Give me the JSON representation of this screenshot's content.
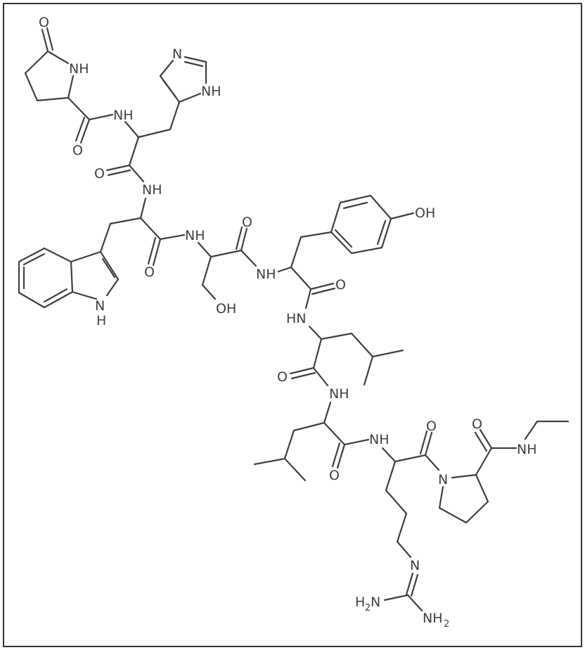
{
  "figure": {
    "type": "skeletal chemical structure",
    "description": "Peptide: pGlu-His-Trp-Ser-Tyr-Leu-Leu-Arg-Pro-NHEt",
    "line_color": "#404040",
    "border_color": "#333333",
    "background": "#ffffff"
  },
  "residues": [
    {
      "name": "pyroglutamate",
      "labels": {
        "ring_o": "O",
        "ring_nh": "NH",
        "carbonyl_o": "O"
      }
    },
    {
      "name": "histidine",
      "labels": {
        "amide_nh": "NH",
        "ring_n": "N",
        "ring_nh": "NH",
        "carbonyl_o": "O"
      }
    },
    {
      "name": "tryptophan",
      "labels": {
        "amide_nh": "NH",
        "indole_n": "N",
        "indole_h": "H",
        "carbonyl_o": "O"
      }
    },
    {
      "name": "serine",
      "labels": {
        "amide_nh": "NH",
        "hydroxyl": "OH",
        "carbonyl_o": "O"
      }
    },
    {
      "name": "tyrosine",
      "labels": {
        "amide_nh": "NH",
        "phenol_oh": "OH",
        "carbonyl_o": "O"
      }
    },
    {
      "name": "leucine-1",
      "labels": {
        "amide_nh": "HN",
        "carbonyl_o": "O"
      }
    },
    {
      "name": "leucine-2",
      "labels": {
        "amide_nh": "NH",
        "carbonyl_o": "O"
      }
    },
    {
      "name": "arginine",
      "labels": {
        "amide_nh": "NH",
        "carbonyl_o": "O",
        "guan_n": "N",
        "guan_nh2_left": "H",
        "guan_nh2_left_sub": "2",
        "guan_nh2_left_n": "N",
        "guan_nh2_right": "NH",
        "guan_nh2_right_sub": "2"
      }
    },
    {
      "name": "proline",
      "labels": {
        "ring_n": "N",
        "carbonyl_o": "O"
      }
    },
    {
      "name": "ethylamide",
      "labels": {
        "amide_nh": "NH"
      }
    }
  ]
}
